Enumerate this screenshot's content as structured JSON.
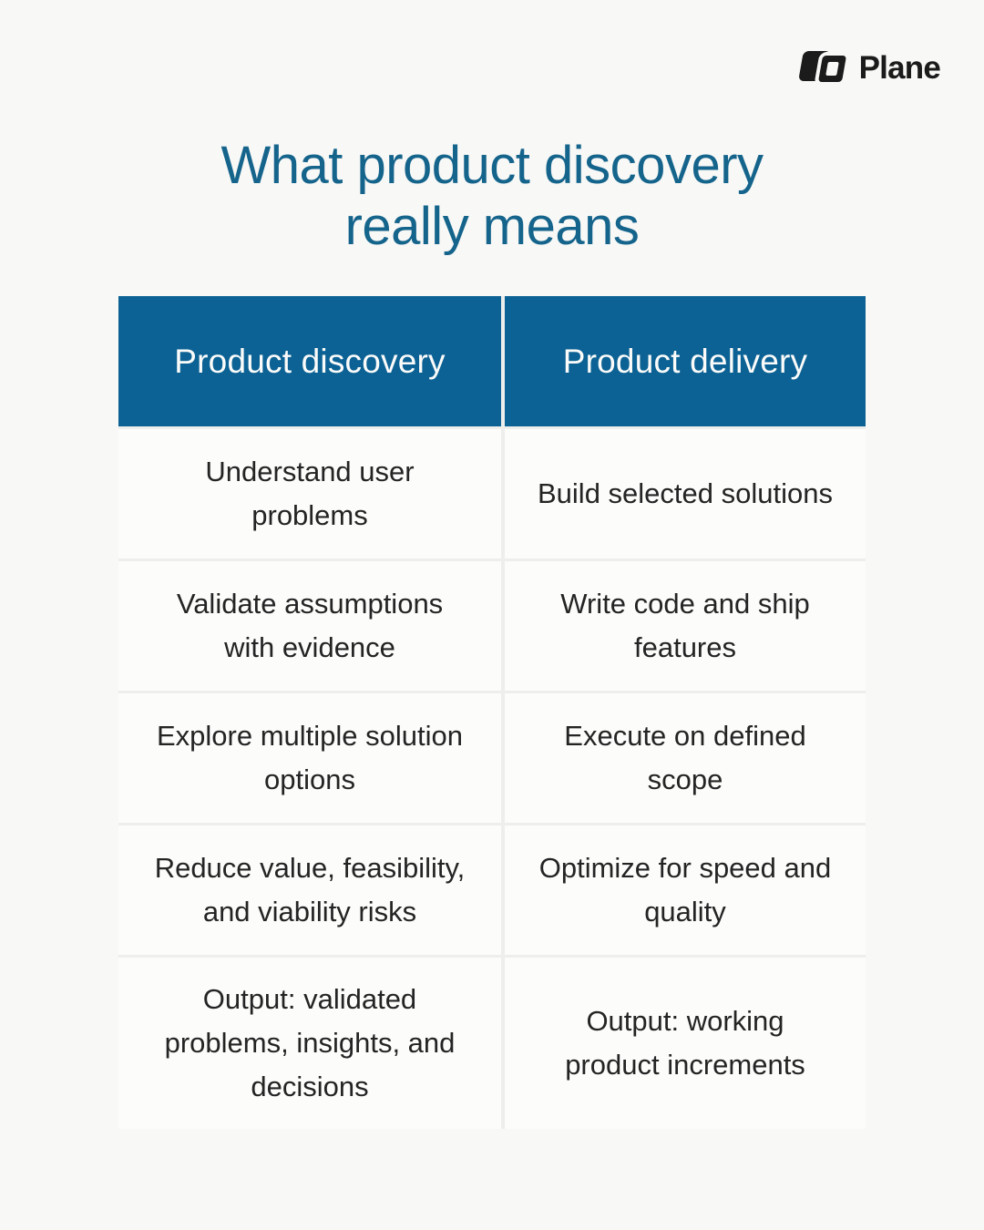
{
  "page": {
    "background_color": "#f8f8f6"
  },
  "logo": {
    "brand": "Plane",
    "mark_color": "#1b1b1b",
    "text_color": "#1b1b1b"
  },
  "title": {
    "text": "What product discovery\nreally means",
    "color": "#15648c"
  },
  "table": {
    "header": {
      "left": "Product discovery",
      "right": "Product delivery",
      "background_color": "#0c6294",
      "text_color": "#fbfbfa"
    },
    "rows": [
      {
        "left": "Understand user\nproblems",
        "right": "Build selected solutions"
      },
      {
        "left": "Validate assumptions\nwith evidence",
        "right": "Write code and ship\nfeatures"
      },
      {
        "left": "Explore multiple solution\noptions",
        "right": "Execute on defined\nscope"
      },
      {
        "left": "Reduce value, feasibility,\nand viability risks",
        "right": "Optimize for speed and\nquality"
      },
      {
        "left": "Output: validated\nproblems, insights, and\ndecisions",
        "right": "Output: working\nproduct increments"
      }
    ]
  },
  "chart_data": {
    "type": "table",
    "title": "What product discovery really means",
    "columns": [
      "Product discovery",
      "Product delivery"
    ],
    "rows": [
      [
        "Understand user problems",
        "Build selected solutions"
      ],
      [
        "Validate assumptions with evidence",
        "Write code and ship features"
      ],
      [
        "Explore multiple solution options",
        "Execute on defined scope"
      ],
      [
        "Reduce value, feasibility, and viability risks",
        "Optimize for speed and quality"
      ],
      [
        "Output: validated problems, insights, and decisions",
        "Output: working product increments"
      ]
    ],
    "legend_position": "none",
    "grid": "light-gray cell separators, header row filled blue"
  }
}
